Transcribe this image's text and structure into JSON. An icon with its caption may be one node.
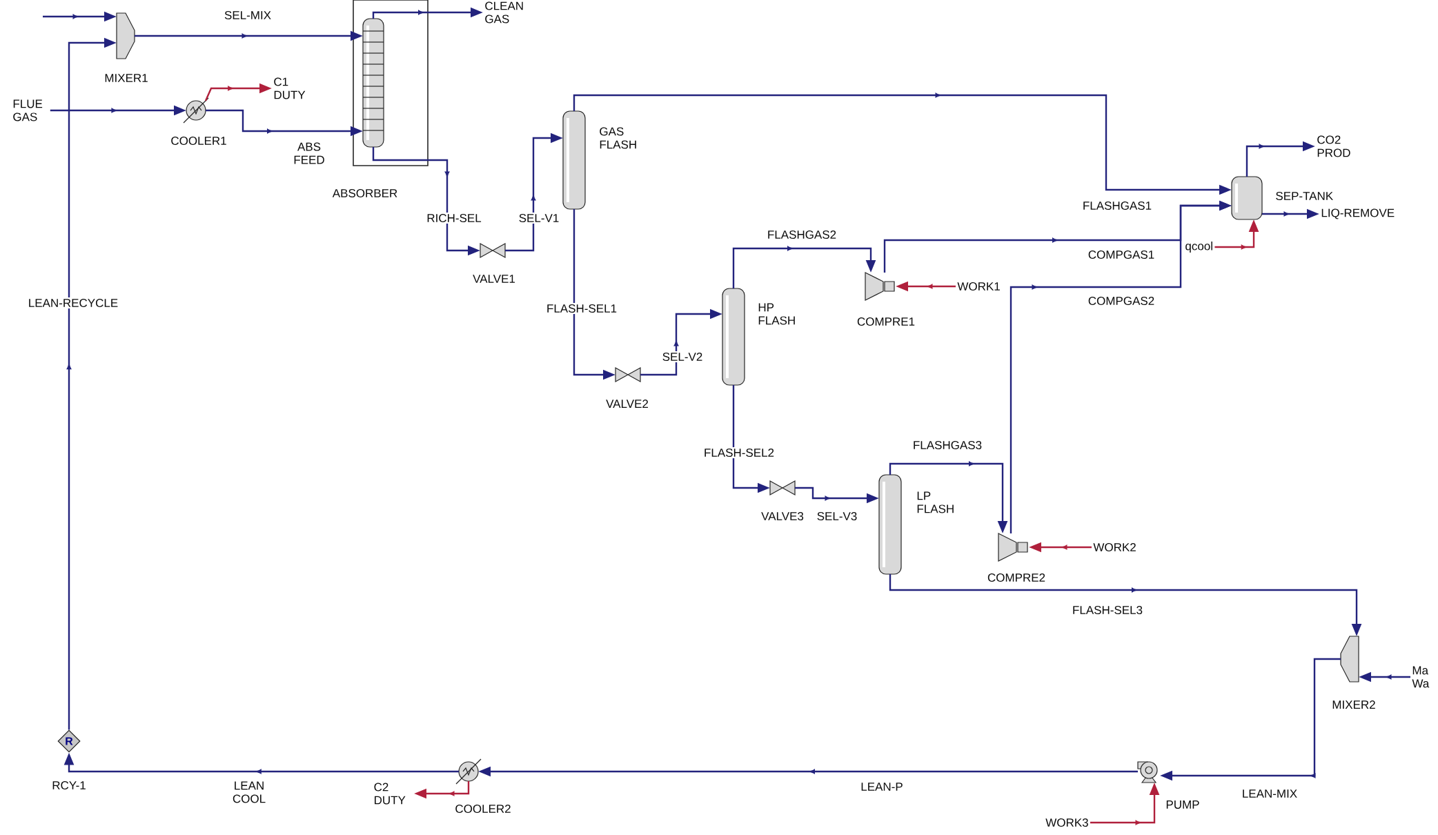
{
  "diagram": {
    "nodes": [
      {
        "text": [
          "FLUE GAS"
        ]
      },
      {
        "text": [
          "MIXER1"
        ]
      },
      {
        "text": [
          "COOLER1"
        ]
      },
      {
        "text": [
          "C1 DUTY"
        ]
      },
      {
        "text": [
          "ABSORBER"
        ]
      },
      {
        "text": [
          "CLEAN GAS"
        ]
      },
      {
        "text": [
          "VALVE1"
        ]
      },
      {
        "text": [
          "GAS FLASH"
        ]
      },
      {
        "text": [
          "HP FLASH"
        ]
      },
      {
        "text": [
          "VALVE2"
        ]
      },
      {
        "text": [
          "COMPRE1"
        ]
      },
      {
        "text": [
          "WORK1"
        ]
      },
      {
        "text": [
          "SEP-TANK"
        ]
      },
      {
        "text": [
          "CO2 PROD"
        ]
      },
      {
        "text": [
          "LIQ-REMOVE"
        ]
      },
      {
        "text": [
          "qcool"
        ]
      },
      {
        "text": [
          "VALVE3"
        ]
      },
      {
        "text": [
          "LP FLASH"
        ]
      },
      {
        "text": [
          "COMPRE2"
        ]
      },
      {
        "text": [
          "WORK2"
        ]
      },
      {
        "text": [
          "MIXER2"
        ]
      },
      {
        "text": [
          "Ma Wa"
        ]
      },
      {
        "text": [
          "R",
          "RCY-1"
        ]
      },
      {
        "text": [
          "COOLER2"
        ]
      },
      {
        "text": [
          "C2 DUTY"
        ]
      },
      {
        "text": [
          "PUMP"
        ]
      },
      {
        "text": [
          "WORK3"
        ]
      }
    ],
    "edges": [
      {
        "from": null,
        "to": 1,
        "arrow": "to"
      },
      {
        "from": 0,
        "to": 2,
        "arrow": "to"
      },
      {
        "from": 1,
        "to": 4,
        "arrow": "to",
        "label": "SEL-MIX"
      },
      {
        "from": 2,
        "to": 3,
        "arrow": "to",
        "color": "#b0203c"
      },
      {
        "from": 2,
        "to": 4,
        "arrow": "to",
        "label": "ABS FEED"
      },
      {
        "from": 4,
        "to": 5,
        "arrow": "to"
      },
      {
        "from": 4,
        "to": 6,
        "arrow": "to",
        "label": "RICH-SEL"
      },
      {
        "from": 6,
        "to": 7,
        "arrow": "to",
        "label": "SEL-V1"
      },
      {
        "from": 7,
        "to": 12,
        "arrow": "to",
        "label": "FLASHGAS1"
      },
      {
        "from": 7,
        "to": 9,
        "arrow": "to",
        "label": "FLASH-SEL1"
      },
      {
        "from": 9,
        "to": 8,
        "arrow": "to",
        "label": "SEL-V2"
      },
      {
        "from": 8,
        "to": 10,
        "arrow": "to",
        "label": "FLASHGAS2"
      },
      {
        "from": 10,
        "to": 12,
        "arrow": "to",
        "label": "COMPGAS1"
      },
      {
        "from": 12,
        "to": 13,
        "arrow": "to"
      },
      {
        "from": 12,
        "to": 14,
        "arrow": "to"
      },
      {
        "from": 15,
        "to": 12,
        "arrow": "to",
        "color": "#b0203c"
      },
      {
        "from": 11,
        "to": 10,
        "arrow": "to",
        "color": "#b0203c"
      },
      {
        "from": 8,
        "to": 16,
        "arrow": "to",
        "label": "FLASH-SEL2"
      },
      {
        "from": 16,
        "to": 17,
        "arrow": "to",
        "label": "SEL-V3"
      },
      {
        "from": 17,
        "to": 18,
        "arrow": "to",
        "label": "FLASHGAS3"
      },
      {
        "from": 18,
        "to": 12,
        "arrow": "to",
        "label": "COMPGAS2"
      },
      {
        "from": 19,
        "to": 18,
        "arrow": "to",
        "color": "#b0203c"
      },
      {
        "from": 17,
        "to": 20,
        "arrow": "to",
        "label": "FLASH-SEL3"
      },
      {
        "from": 21,
        "to": 20,
        "arrow": "to"
      },
      {
        "from": 20,
        "to": 25,
        "arrow": "to",
        "label": "LEAN-MIX"
      },
      {
        "from": 25,
        "to": 23,
        "arrow": "to",
        "label": "LEAN-P"
      },
      {
        "from": 26,
        "to": 25,
        "arrow": "to",
        "color": "#b0203c"
      },
      {
        "from": 23,
        "to": 24,
        "arrow": "to",
        "color": "#b0203c"
      },
      {
        "from": 23,
        "to": 22,
        "arrow": "to",
        "label": "LEAN COOL"
      },
      {
        "from": 22,
        "to": 1,
        "arrow": "to",
        "label": "LEAN-RECYCLE"
      }
    ]
  }
}
